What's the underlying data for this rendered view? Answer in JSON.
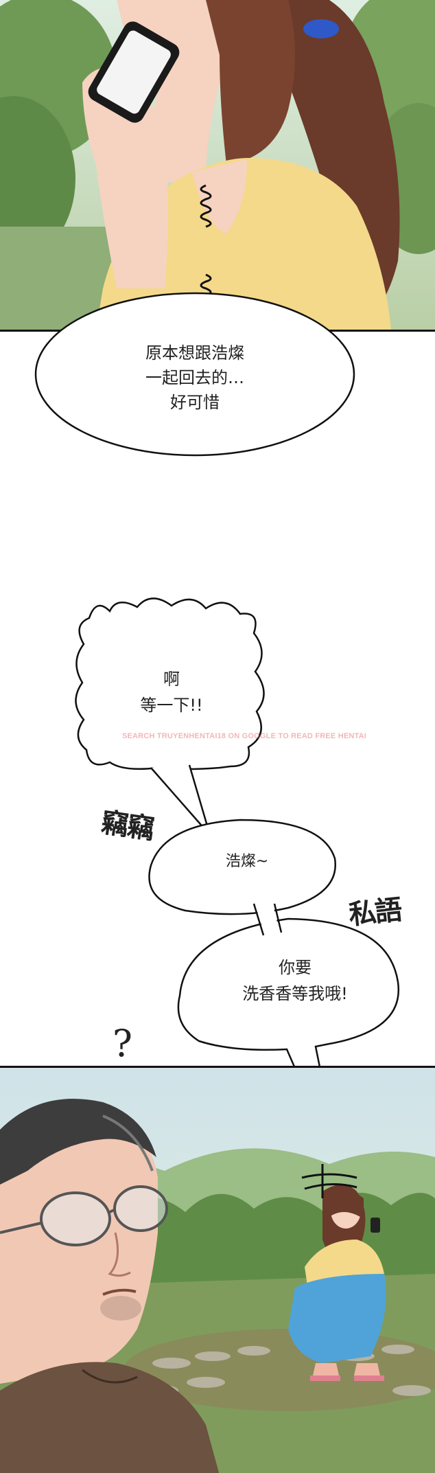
{
  "bubbles": {
    "pity": "原本想跟浩燦\n一起回去的…\n好可惜",
    "wait": "啊\n等一下!!",
    "name": "浩燦~",
    "bath": "你要\n洗香香等我哦!"
  },
  "sfx": {
    "whisper_left": "竊竊",
    "whisper_right": "私語",
    "question": "?",
    "startle": "≠"
  },
  "watermark": "SEARCH TRUYENHENTAI18 ON GOOGLE TO READ FREE HENTAI",
  "colors": {
    "sky": "#cfe3e8",
    "foliage": "#6f9a55",
    "skin": "#f6d2c0",
    "shirt_yellow": "#f4d98a",
    "hair_brown": "#6a3a2a",
    "jeans_blue": "#4fa3d8",
    "outline": "#111111"
  }
}
